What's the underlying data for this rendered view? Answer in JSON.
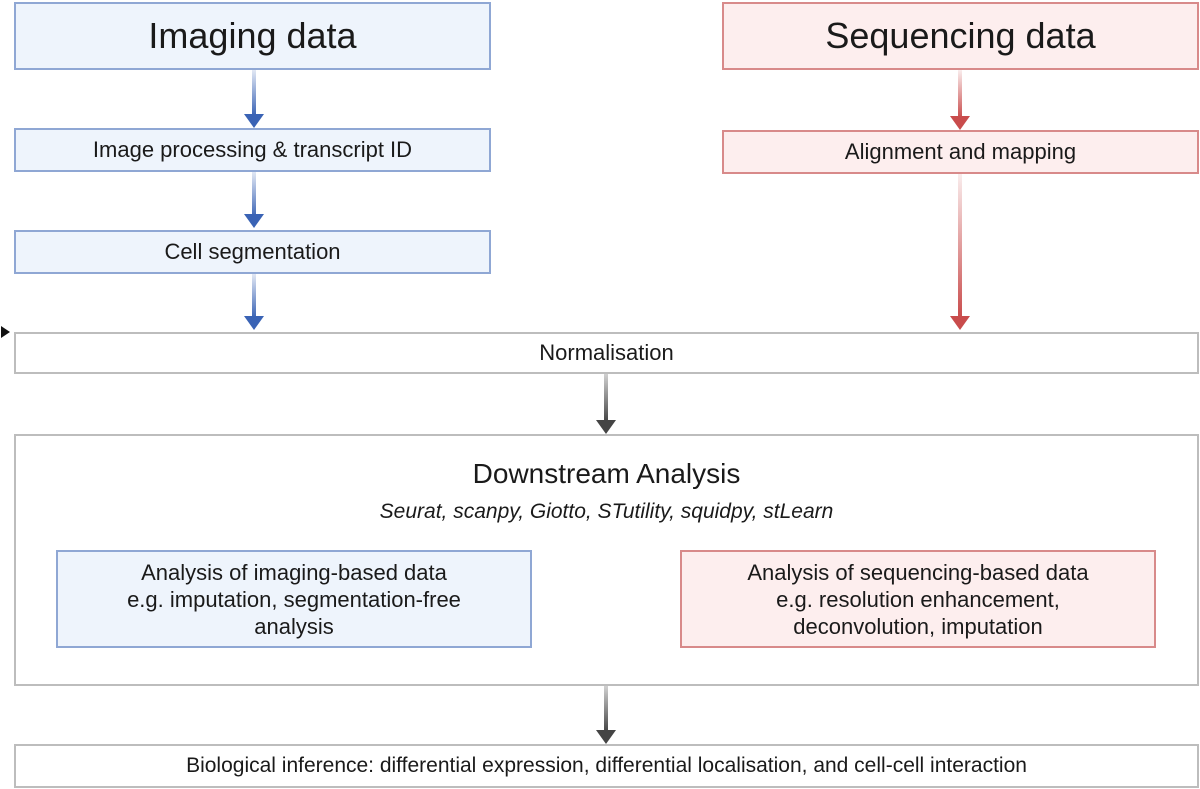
{
  "imaging": {
    "title": "Imaging data",
    "step1": "Image processing & transcript ID",
    "step2": "Cell segmentation"
  },
  "sequencing": {
    "title": "Sequencing data",
    "step1": "Alignment and mapping"
  },
  "normalisation": "Normalisation",
  "downstream": {
    "title": "Downstream Analysis",
    "tools": "Seurat, scanpy, Giotto, STutility, squidpy, stLearn",
    "imaging_box": {
      "line1": "Analysis of imaging-based data",
      "line2": "e.g. imputation, segmentation-free",
      "line3": "analysis"
    },
    "sequencing_box": {
      "line1": "Analysis of sequencing-based data",
      "line2": "e.g. resolution enhancement,",
      "line3": "deconvolution, imputation"
    }
  },
  "inference": "Biological inference: differential expression, differential localisation, and cell-cell interaction",
  "colors": {
    "blue_fill": "#eef4fc",
    "blue_border": "#8fa7d4",
    "blue_arrow": "#3a63b5",
    "red_fill": "#fdeeee",
    "red_border": "#d88a8a",
    "red_arrow": "#c94c4c",
    "gray_arrow": "#444444"
  }
}
